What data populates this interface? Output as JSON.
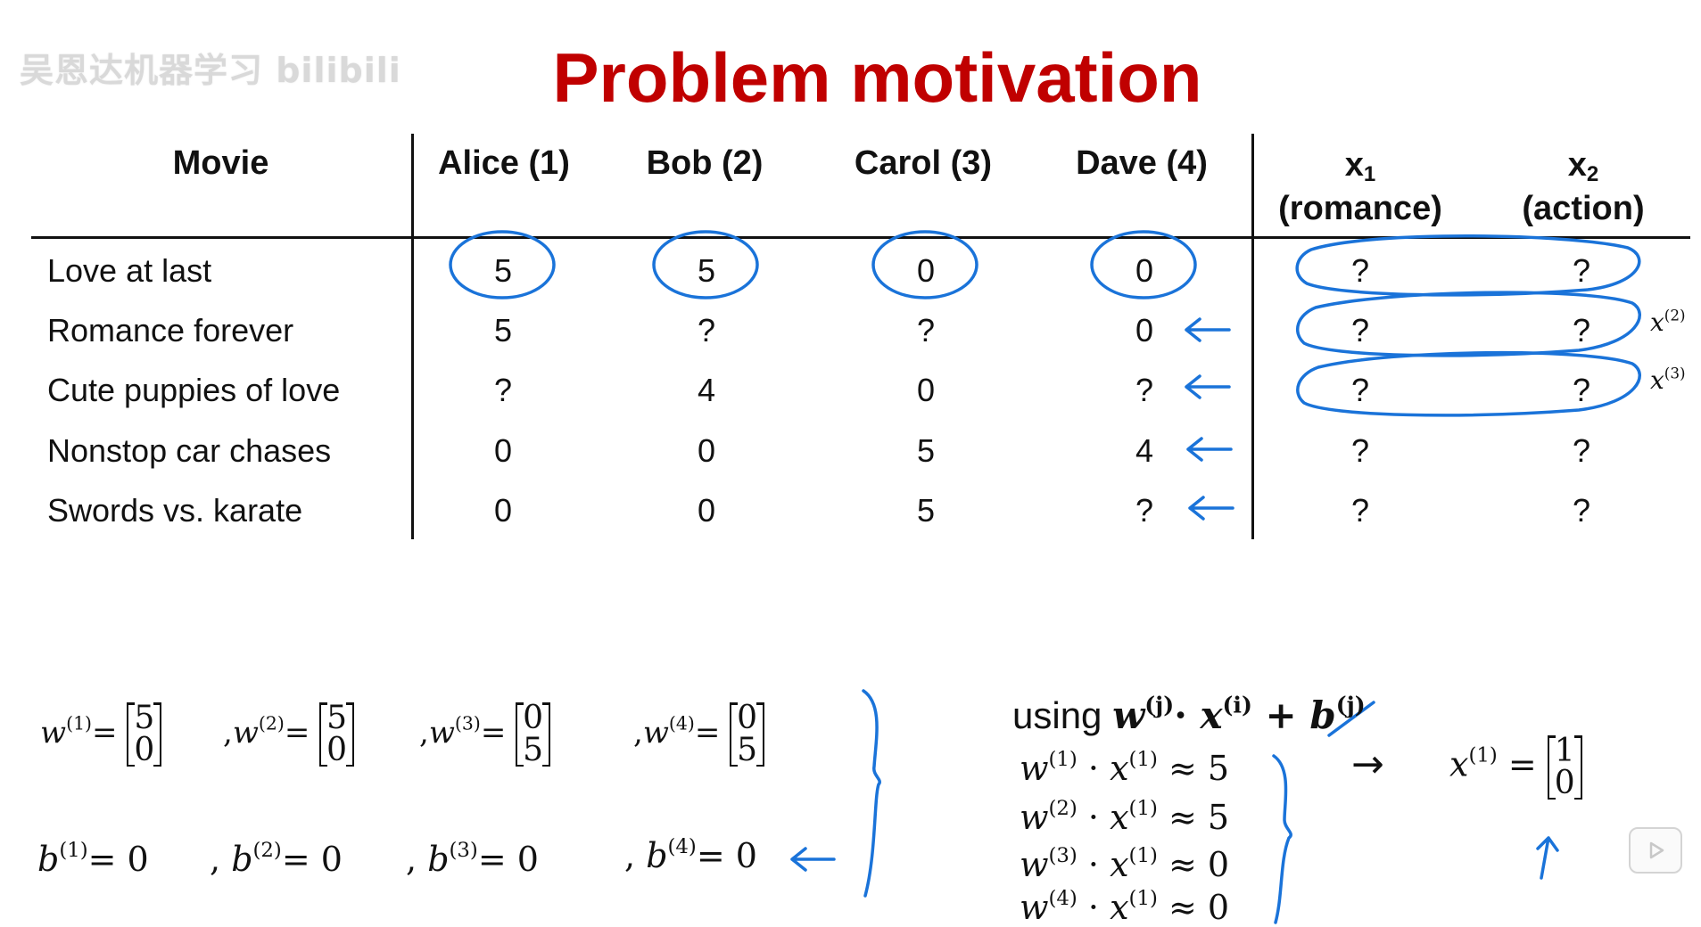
{
  "watermark": "吴恩达机器学习 bilibili",
  "title": "Problem motivation",
  "table": {
    "headers": {
      "movie": "Movie",
      "users": [
        "Alice (1)",
        "Bob (2)",
        "Carol (3)",
        "Dave (4)"
      ],
      "features": [
        {
          "name": "x",
          "sub": "1",
          "desc": "(romance)"
        },
        {
          "name": "x",
          "sub": "2",
          "desc": "(action)"
        }
      ]
    },
    "rows": [
      {
        "movie": "Love at last",
        "ratings": [
          "5",
          "5",
          "0",
          "0"
        ],
        "features": [
          "?",
          "?"
        ]
      },
      {
        "movie": "Romance forever",
        "ratings": [
          "5",
          "?",
          "?",
          "0"
        ],
        "features": [
          "?",
          "?"
        ]
      },
      {
        "movie": "Cute puppies of love",
        "ratings": [
          "?",
          "4",
          "0",
          "?"
        ],
        "features": [
          "?",
          "?"
        ]
      },
      {
        "movie": "Nonstop car chases",
        "ratings": [
          "0",
          "0",
          "5",
          "4"
        ],
        "features": [
          "?",
          "?"
        ]
      },
      {
        "movie": "Swords vs. karate",
        "ratings": [
          "0",
          "0",
          "5",
          "?"
        ],
        "features": [
          "?",
          "?"
        ]
      }
    ],
    "row_labels": [
      "x",
      "(2)",
      "x",
      "(3)"
    ]
  },
  "params": {
    "w": [
      {
        "label": "w",
        "sup": "(1)",
        "eq": "=",
        "top": "5",
        "bottom": "0",
        "sep": ""
      },
      {
        "label": "w",
        "sup": "(2)",
        "eq": "=",
        "top": "5",
        "bottom": "0",
        "sep": ","
      },
      {
        "label": "w",
        "sup": "(3)",
        "eq": "=",
        "top": "0",
        "bottom": "5",
        "sep": ","
      },
      {
        "label": "w",
        "sup": "(4)",
        "eq": "=",
        "top": "0",
        "bottom": "5",
        "sep": ","
      }
    ],
    "b": [
      {
        "label": "b",
        "sup": "(1)",
        "rhs": "= 0",
        "sep": ""
      },
      {
        "label": "b",
        "sup": "(2)",
        "rhs": "= 0",
        "sep": ","
      },
      {
        "label": "b",
        "sup": "(3)",
        "rhs": "= 0",
        "sep": ","
      },
      {
        "label": "b",
        "sup": "(4)",
        "rhs": "= 0",
        "sep": ","
      }
    ]
  },
  "using": {
    "prefix": "using",
    "w": "w",
    "w_sup": "(j)",
    "dot": "·",
    "x": "x",
    "x_sup": "(i)",
    "plus": "+",
    "b": "b",
    "b_sup": "(j)"
  },
  "equations": [
    {
      "w": "w",
      "w_sup": "(1)",
      "dot": "·",
      "x": "x",
      "x_sup": "(1)",
      "rhs": "≈ 5"
    },
    {
      "w": "w",
      "w_sup": "(2)",
      "dot": "·",
      "x": "x",
      "x_sup": "(1)",
      "rhs": "≈ 5"
    },
    {
      "w": "w",
      "w_sup": "(3)",
      "dot": "·",
      "x": "x",
      "x_sup": "(1)",
      "rhs": "≈ 0"
    },
    {
      "w": "w",
      "w_sup": "(4)",
      "dot": "·",
      "x": "x",
      "x_sup": "(1)",
      "rhs": "≈ 0"
    }
  ],
  "result": {
    "arrow": "→",
    "x": "x",
    "x_sup": "(1)",
    "eq": "=",
    "top": "1",
    "bottom": "0"
  },
  "colors": {
    "title": "#c00000",
    "ink": "#1a73d9",
    "text": "#111111"
  },
  "icons": {
    "player": "play-icon"
  }
}
